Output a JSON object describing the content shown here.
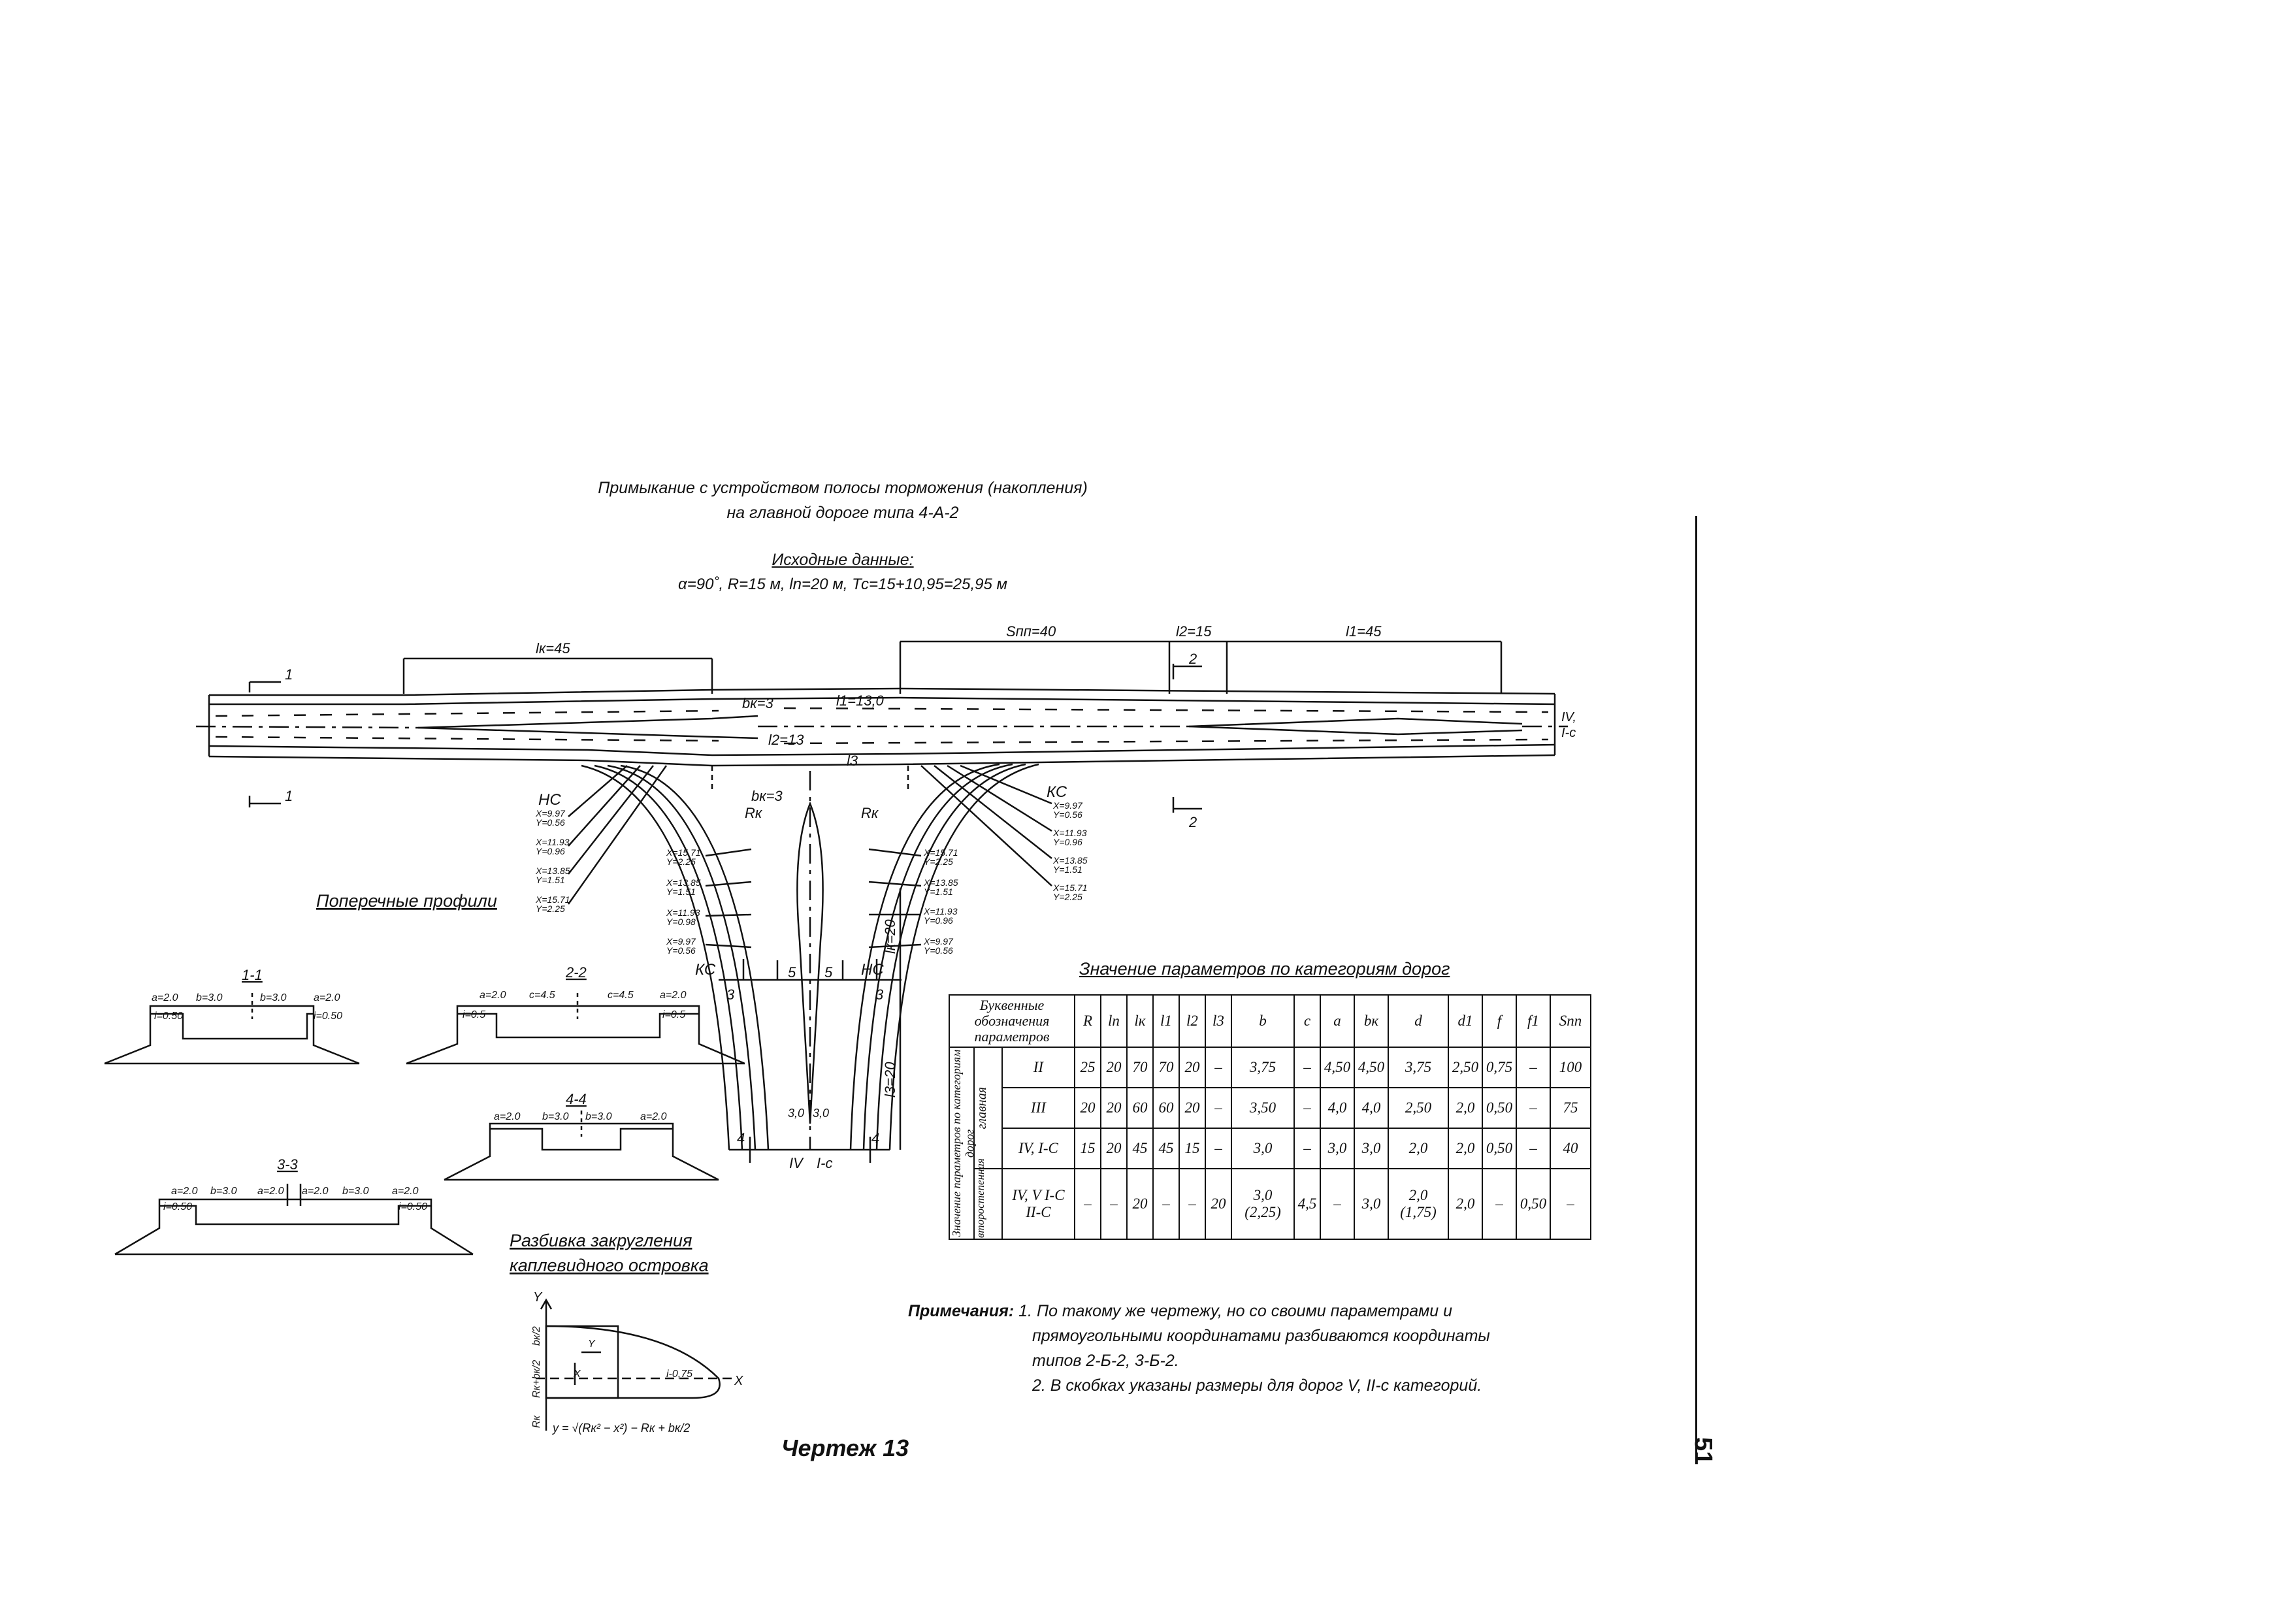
{
  "title": {
    "line1": "Примыкание с устройством полосы торможения (накопления)",
    "line2": "на главной дороге типа 4-А-2"
  },
  "initial_data": {
    "heading": "Исходные данные:",
    "params": "α=90˚, R=15 м, ln=20 м, Тс=15+10,95=25,95 м"
  },
  "plan": {
    "dims_top": [
      "lк=45",
      "Sпп=40",
      "l2=15",
      "l1=45"
    ],
    "inner": [
      "bк=3",
      "l1=13,0",
      "l2=13",
      "bк=3",
      "l3",
      "lк=20",
      "l3=20"
    ],
    "points": [
      "НС",
      "КС",
      "КС",
      "НС",
      "Rк",
      "Rк",
      "5",
      "5",
      "3",
      "3",
      "3,0",
      "3,0",
      "4",
      "4",
      "IV",
      "I-с"
    ],
    "sections": [
      "1",
      "1",
      "2",
      "2"
    ],
    "road_cat": [
      "IV,",
      "I-с"
    ],
    "coords_left": [
      "X=9.97",
      "Y=0.56",
      "X=11.93",
      "Y=0.96",
      "X=13.85",
      "Y=1.51",
      "X=15.71",
      "Y=2.25"
    ],
    "coords_left_inner": [
      "X=15.71",
      "Y=2.25",
      "X=13.85",
      "Y=1.51",
      "X=11.93",
      "Y=0.98",
      "X=9.97",
      "Y=0.56"
    ],
    "coords_right": [
      "X=9.97",
      "Y=0.56",
      "X=11.93",
      "Y=0.96",
      "X=13.85",
      "Y=1.51",
      "X=15.71",
      "Y=2.25"
    ],
    "coords_right_inner": [
      "X=15.71",
      "Y=2.25",
      "X=13.85",
      "Y=1.51",
      "X=11.93",
      "Y=0.96",
      "X=9.97",
      "Y=0.56"
    ]
  },
  "profiles": {
    "heading": "Поперечные профили",
    "p1": {
      "label": "1-1",
      "dims": [
        "a=2.0",
        "b=3.0",
        "b=3.0",
        "a=2.0"
      ],
      "slopes": [
        "i=0.50",
        "i=0.50"
      ]
    },
    "p2": {
      "label": "2-2",
      "dims": [
        "a=2.0",
        "c=4.5",
        "c=4.5",
        "a=2.0"
      ],
      "slopes": [
        "i=0.5",
        "i=0.5"
      ]
    },
    "p3": {
      "label": "3-3",
      "dims": [
        "a=2.0",
        "b=3.0",
        "a=2.0",
        "a=2.0",
        "b=3.0",
        "a=2.0"
      ],
      "slopes": [
        "i=0.50",
        "i=0.50"
      ]
    },
    "p4": {
      "label": "4-4",
      "dims": [
        "a=2.0",
        "b=3.0",
        "b=3.0",
        "a=2.0"
      ]
    }
  },
  "island": {
    "heading_line1": "Разбивка закругления",
    "heading_line2": "каплевидного островка",
    "labels": [
      "Y",
      "X",
      "Y",
      "X",
      "i-0,75",
      "bк/2",
      "Rк+bк/2",
      "Rк"
    ],
    "formula": "y = √(Rк² − x²) − Rк + bк/2"
  },
  "table": {
    "heading": "Значение параметров по категориям дорог",
    "header_label": "Буквенные обозначения параметров",
    "columns": [
      "R",
      "ln",
      "lк",
      "l1",
      "l2",
      "l3",
      "b",
      "c",
      "a",
      "bк",
      "d",
      "d1",
      "f",
      "f1",
      "Sпп"
    ],
    "group_label": "Значение параметров по категориям дорог",
    "groups": [
      {
        "label": "главная",
        "rows": [
          {
            "cat": "II",
            "values": [
              "25",
              "20",
              "70",
              "70",
              "20",
              "–",
              "3,75",
              "–",
              "4,50",
              "4,50",
              "3,75",
              "2,50",
              "0,75",
              "–",
              "100"
            ]
          },
          {
            "cat": "III",
            "values": [
              "20",
              "20",
              "60",
              "60",
              "20",
              "–",
              "3,50",
              "–",
              "4,0",
              "4,0",
              "2,50",
              "2,0",
              "0,50",
              "–",
              "75"
            ]
          },
          {
            "cat": "IV, I-C",
            "values": [
              "15",
              "20",
              "45",
              "45",
              "15",
              "–",
              "3,0",
              "–",
              "3,0",
              "3,0",
              "2,0",
              "2,0",
              "0,50",
              "–",
              "40"
            ]
          }
        ]
      },
      {
        "label": "второстепенная",
        "rows": [
          {
            "cat": "IV, V I-C II-C",
            "values": [
              "–",
              "–",
              "20",
              "–",
              "–",
              "20",
              "3,0 (2,25)",
              "4,5",
              "–",
              "3,0",
              "2,0 (1,75)",
              "2,0",
              "–",
              "0,50",
              "–"
            ]
          }
        ]
      }
    ]
  },
  "notes": {
    "label": "Примечания:",
    "n1a": "1. По такому же чертежу, но со своими параметрами и",
    "n1b": "прямоугольными координатами разбиваются координаты",
    "n1c": "типов 2-Б-2, 3-Б-2.",
    "n2": "2. В скобках указаны размеры для дорог V, II-с категорий."
  },
  "caption": "Чертеж 13",
  "page_number": "51"
}
